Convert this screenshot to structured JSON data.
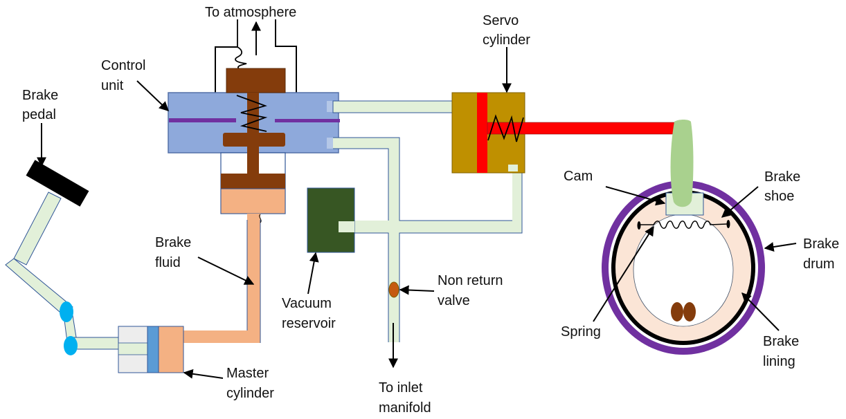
{
  "diagram": {
    "type": "vacuum servo brake system schematic",
    "labels": {
      "to_atmosphere": "To atmosphere",
      "control_unit": [
        "Control",
        "unit"
      ],
      "servo_cylinder": [
        "Servo",
        "cylinder"
      ],
      "brake_pedal": [
        "Brake",
        "pedal"
      ],
      "brake_fluid": [
        "Brake",
        "fluid"
      ],
      "master_cylinder": [
        "Master",
        "cylinder"
      ],
      "vacuum_reservoir": [
        "Vacuum",
        "reservoir"
      ],
      "non_return_valve": [
        "Non return",
        "valve"
      ],
      "to_inlet_manifold": [
        "To inlet",
        "manifold"
      ],
      "cam": "Cam",
      "brake_shoe": [
        "Brake",
        "shoe"
      ],
      "brake_drum": [
        "Brake",
        "drum"
      ],
      "spring": "Spring",
      "brake_lining": [
        "Brake",
        "lining"
      ]
    },
    "colors": {
      "control_unit": "#8EA9DB",
      "diaphragm": "#7030A0",
      "piston_brown": "#843C0C",
      "brake_fluid": "#F4B183",
      "vacuum_pipe": "#E2F0D9",
      "pipe_outline": "#2F5597",
      "reservoir": "#375623",
      "servo_body": "#BF9000",
      "push_rod": "#FF0000",
      "cam_lever": "#A9D18E",
      "drum": "#7030A0",
      "shoe": "#FBE5D6",
      "lining": "#000000",
      "pedal": "#000000",
      "pivot": "#00B0F0",
      "valve": "#C55A11",
      "master_piston": "#5B9BD5",
      "master_empty": "#EDEDED"
    }
  }
}
